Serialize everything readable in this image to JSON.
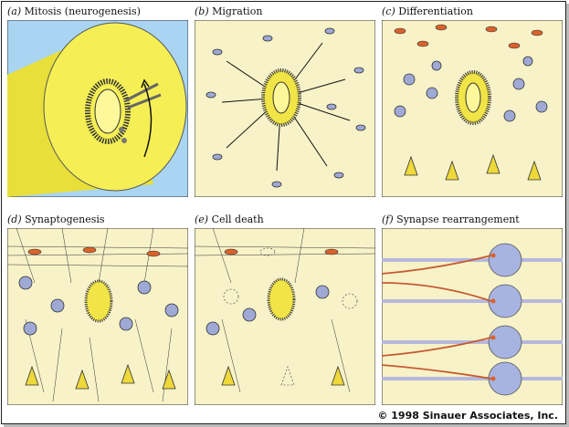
{
  "panels": [
    {
      "letter": "(a)",
      "title": "Mitosis (neurogenesis)"
    },
    {
      "letter": "(b)",
      "title": "Migration"
    },
    {
      "letter": "(c)",
      "title": "Differentiation"
    },
    {
      "letter": "(d)",
      "title": "Synaptogenesis"
    },
    {
      "letter": "(e)",
      "title": "Cell death"
    },
    {
      "letter": "(f)",
      "title": "Synapse rearrangement"
    }
  ],
  "copyright": "© 1998 Sinauer Associates, Inc.",
  "colors": {
    "background_cream": "#f7f2c8",
    "sky_blue": "#a9d4f2",
    "tube_yellow": "#f3ec4a",
    "neuron_blue": "#9fa9d6",
    "neuron_red": "#d9622b",
    "neuron_yellow": "#eed83a"
  }
}
